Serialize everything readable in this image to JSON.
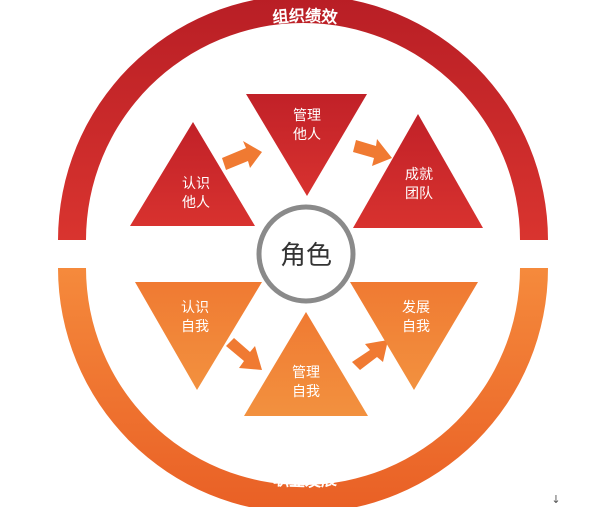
{
  "diagram": {
    "center": {
      "label": "角色"
    },
    "top_ring": {
      "label": "组织绩效",
      "color": "#c8252c"
    },
    "bottom_ring": {
      "label": "职业发展",
      "color": "#ef6a2d"
    },
    "upper_nodes": [
      {
        "line1": "认识",
        "line2": "他人"
      },
      {
        "line1": "管理",
        "line2": "他人"
      },
      {
        "line1": "成就",
        "line2": "团队"
      }
    ],
    "lower_nodes": [
      {
        "line1": "认识",
        "line2": "自我"
      },
      {
        "line1": "管理",
        "line2": "自我"
      },
      {
        "line1": "发展",
        "line2": "自我"
      }
    ],
    "corner_mark": "↓"
  }
}
